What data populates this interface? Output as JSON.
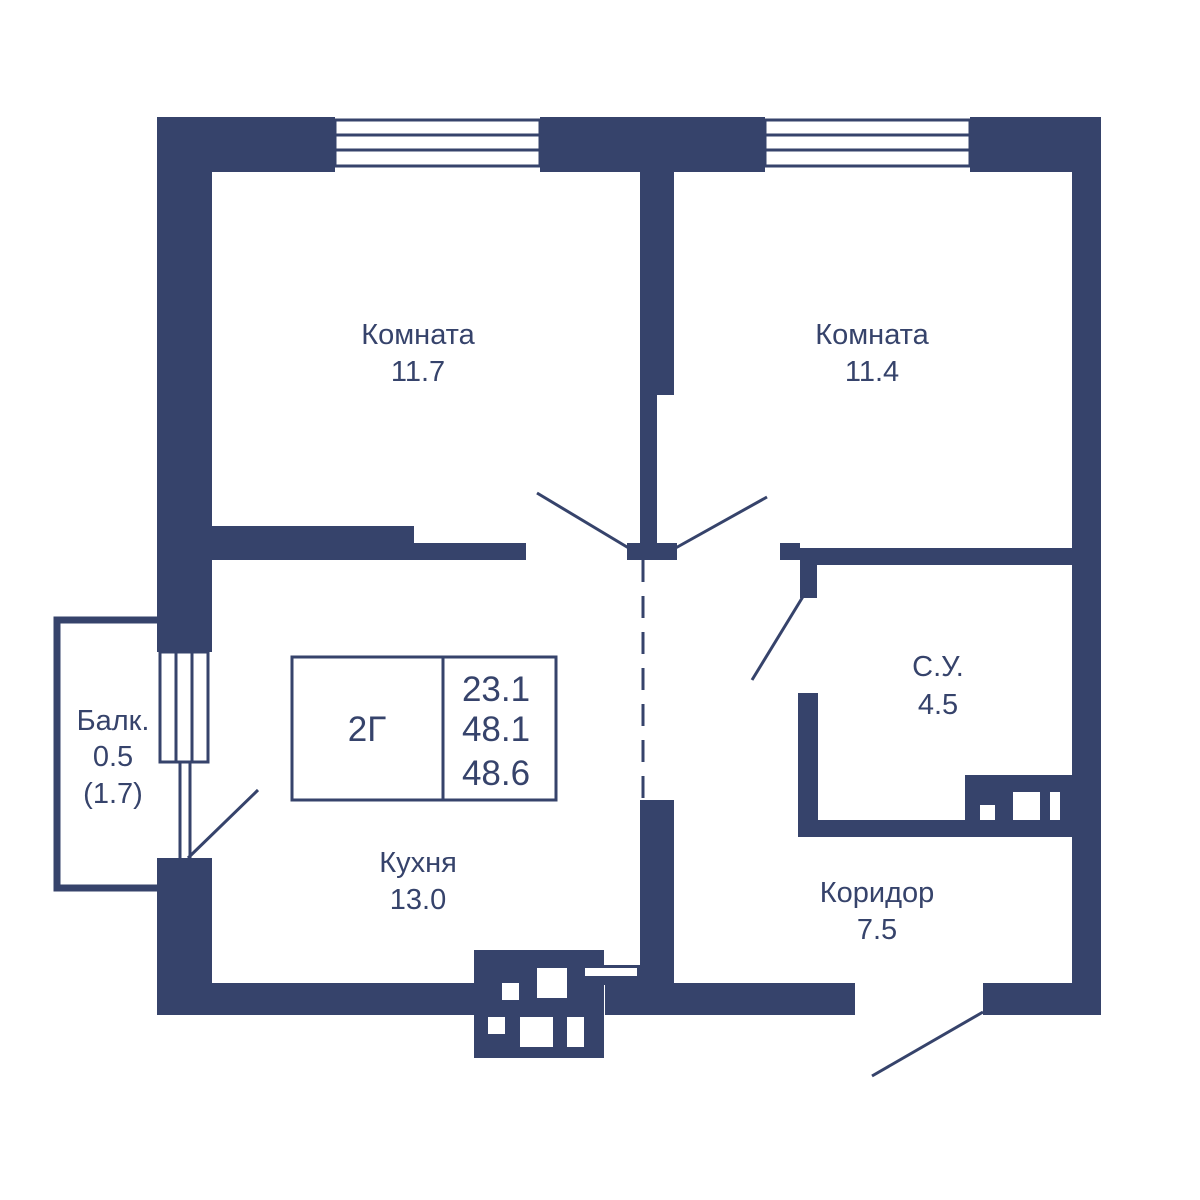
{
  "colors": {
    "wall": "#36436b",
    "background": "#ffffff"
  },
  "rooms": {
    "room1": {
      "name": "Комната",
      "area": "11.7"
    },
    "room2": {
      "name": "Комната",
      "area": "11.4"
    },
    "kitchen": {
      "name": "Кухня",
      "area": "13.0"
    },
    "bathroom": {
      "name": "С.У.",
      "area": "4.5"
    },
    "corridor": {
      "name": "Коридор",
      "area": "7.5"
    },
    "balcony": {
      "name": "Балк.",
      "area": "0.5",
      "area_alt": "(1.7)"
    }
  },
  "summary": {
    "type": "2Г",
    "living_area": "23.1",
    "total_area": "48.1",
    "total_area_with_balcony": "48.6"
  }
}
